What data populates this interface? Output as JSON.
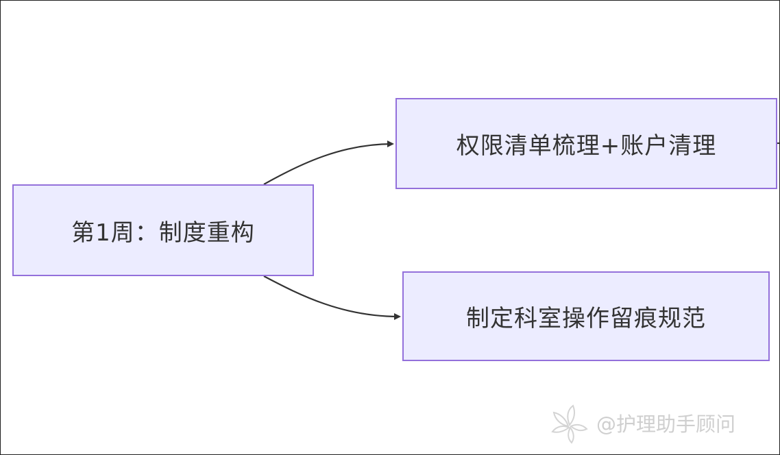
{
  "diagram": {
    "nodes": {
      "root": {
        "label": "第1周：制度重构"
      },
      "a": {
        "label": "权限清单梳理+账户清理"
      },
      "b": {
        "label": "制定科室操作留痕规范"
      }
    },
    "edges": [
      {
        "from": "root",
        "to": "a"
      },
      {
        "from": "root",
        "to": "b"
      }
    ]
  },
  "watermark": {
    "text": "@护理助手顾问",
    "icon": "leaf-logo-icon"
  },
  "colors": {
    "node_fill": "#ECECFF",
    "node_border": "#9370DB",
    "edge": "#333333",
    "text": "#333333",
    "watermark": "#cfcfcf"
  }
}
